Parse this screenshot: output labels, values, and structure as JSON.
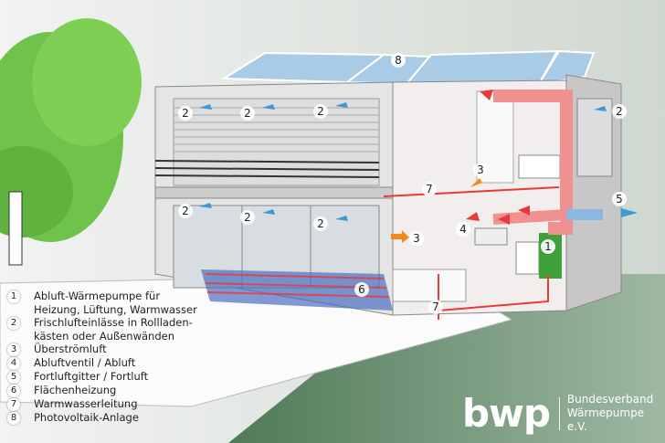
{
  "legend": [
    {
      "num": "1",
      "text": "Abluft-Wärmepumpe für\nHeizung, Lüftung, Warmwasser"
    },
    {
      "num": "2",
      "text": "Frischlufteinlässe in Rollladen-\nkästen oder Außenwänden"
    },
    {
      "num": "3",
      "text": "Überströmluft"
    },
    {
      "num": "4",
      "text": "Abluftventil / Abluft"
    },
    {
      "num": "5",
      "text": "Fortluftgitter / Fortluft"
    },
    {
      "num": "6",
      "text": "Flächenheizung"
    },
    {
      "num": "7",
      "text": "Warmwasserleitung"
    },
    {
      "num": "8",
      "text": "Photovoltaik-Anlage"
    }
  ],
  "callouts": [
    "8",
    "2",
    "2",
    "2",
    "2",
    "2",
    "2",
    "2",
    "3",
    "3",
    "7",
    "7",
    "4",
    "5",
    "1",
    "6"
  ],
  "logo": {
    "mark": "bwp",
    "line1": "Bundesverband",
    "line2": "Wärmepumpe e.V."
  },
  "colors": {
    "warm": "#e83a3a",
    "fresh": "#3a9ad8",
    "overflow": "#f0891e",
    "heatpump": "#3da03a"
  }
}
